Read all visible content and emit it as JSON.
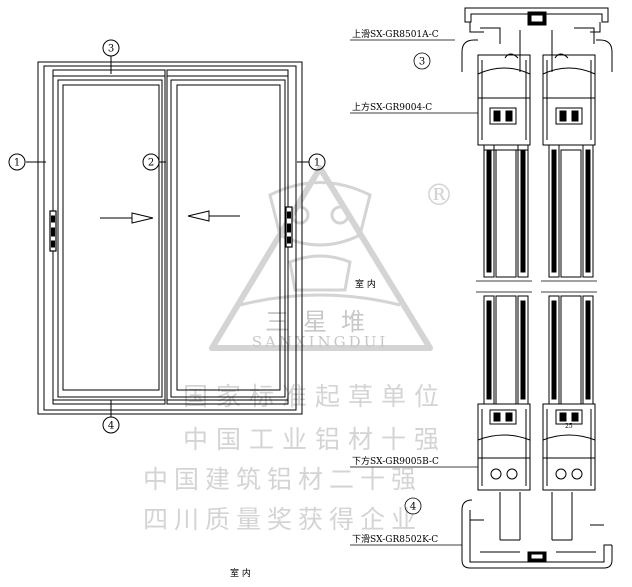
{
  "callouts": {
    "top_rail": "3",
    "meeting_stile": "2",
    "side_stile_left": "1",
    "side_stile_right": "1",
    "bottom_rail": "4",
    "section_top": "3",
    "section_bottom": "4"
  },
  "profiles": {
    "top_track": "上滑SX-GR8501A-C",
    "top_sash_rail": "上方SX-GR9004-C",
    "bottom_sash_rail": "下方SX-GR9005B-C",
    "bottom_track": "下滑SX-GR8502K-C"
  },
  "labels": {
    "indoor_section": "室 内",
    "indoor_elevation": "室 内",
    "small_dim": "25"
  },
  "watermark": {
    "logo_cn": "三星堆",
    "logo_en": "SANXINGDUI",
    "registered": "®",
    "line_1": "国家标准起草单位",
    "line_2": "中国工业铝材十强",
    "line_3": "中国建筑铝材二十强",
    "line_4": "四川质量奖获得企业"
  },
  "colors": {
    "line": "#000000",
    "watermark": "#d0d0d0"
  }
}
